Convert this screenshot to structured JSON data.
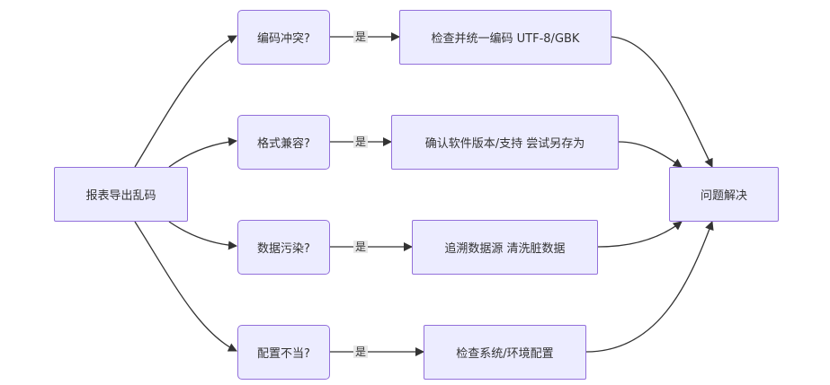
{
  "diagram": {
    "start": "报表导出乱码",
    "causes": [
      {
        "label": "编码冲突?",
        "edge_label": "是",
        "action": "检查并统一编码 UTF-8/GBK"
      },
      {
        "label": "格式兼容?",
        "edge_label": "是",
        "action": "确认软件版本/支持 尝试另存为"
      },
      {
        "label": "数据污染?",
        "edge_label": "是",
        "action": "追溯数据源 清洗脏数据"
      },
      {
        "label": "配置不当?",
        "edge_label": "是",
        "action": "检查系统/环境配置"
      }
    ],
    "end": "问题解决",
    "colors": {
      "node_fill": "#ececff",
      "node_border": "#9370db",
      "edge": "#333333",
      "label_bg": "#e8e8e8"
    }
  }
}
